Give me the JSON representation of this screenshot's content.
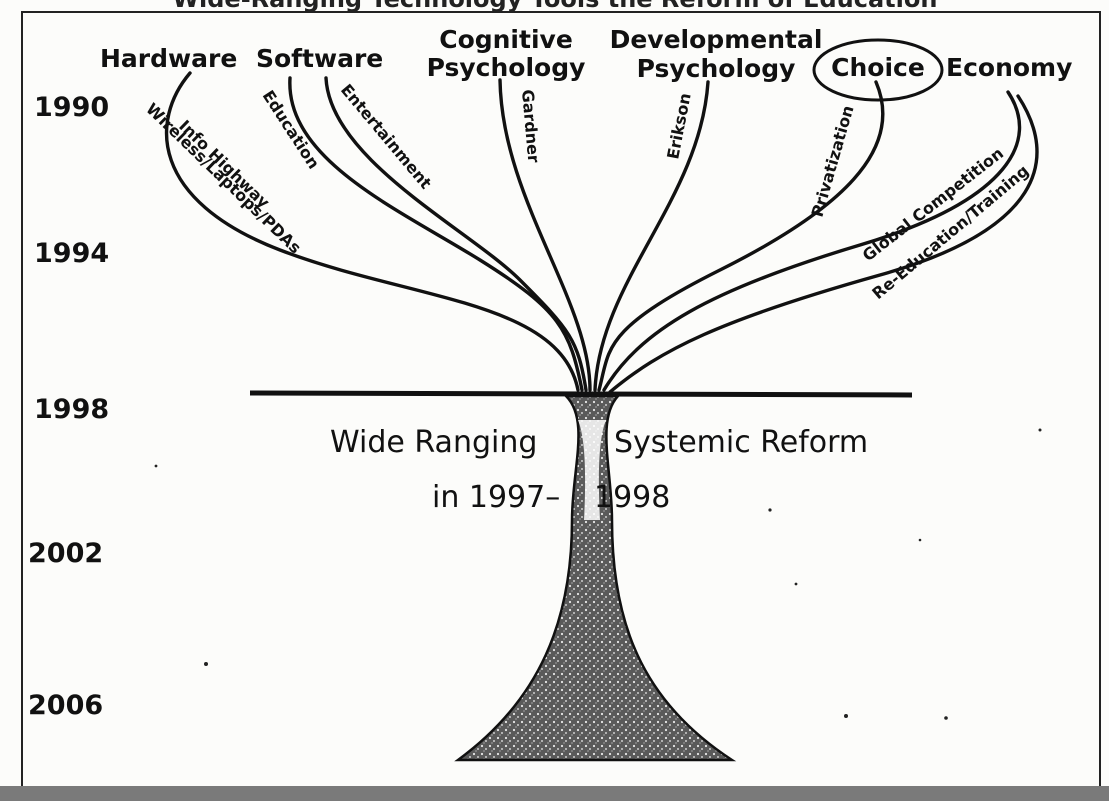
{
  "header": {
    "title": "Wide-Ranging Technology Tools the Reform of Education"
  },
  "timeline": {
    "years": [
      "1990",
      "1994",
      "1998",
      "2002",
      "2006"
    ]
  },
  "categories": [
    {
      "name": "Hardware",
      "branches": [
        "Info Highway",
        "Wireless/Laptops/PDAs"
      ]
    },
    {
      "name": "Software",
      "branches": [
        "Education",
        "Entertainment"
      ]
    },
    {
      "name_line1": "Cognitive",
      "name_line2": "Psychology",
      "branches": [
        "Gardner"
      ]
    },
    {
      "name_line1": "Developmental",
      "name_line2": "Psychology",
      "branches": [
        "Erikson"
      ]
    },
    {
      "name": "Choice",
      "branches": [
        "Privatization"
      ],
      "circled": true
    },
    {
      "name": "Economy",
      "branches": [
        "Global Competition",
        "Re-Education/Training"
      ]
    }
  ],
  "reform": {
    "left_line1": "Wide Ranging",
    "left_line2": "in 1997–",
    "right_line1": "Systemic Reform",
    "right_line2": "1998"
  },
  "colors": {
    "ink": "#111111",
    "paper": "#fcfcfa",
    "speckle": "#2a2a2a"
  }
}
